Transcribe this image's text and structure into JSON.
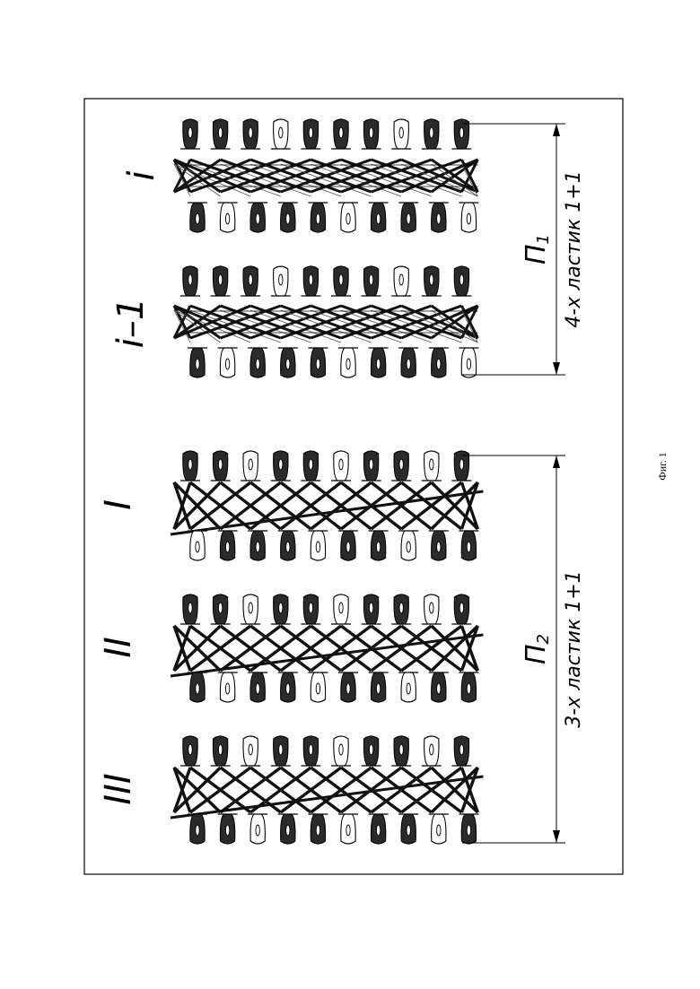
{
  "figure": {
    "caption": "Фиг. 1",
    "groups": [
      {
        "label_sub": "1",
        "label_main": "П",
        "description": "4-х ластик 1+1",
        "rows": [
          {
            "id": "i",
            "label": "i",
            "top_needles": [
              "d",
              "d",
              "d",
              "l",
              "d",
              "d",
              "d",
              "l",
              "d",
              "d"
            ],
            "bottom_needles": [
              "d",
              "l",
              "d",
              "d",
              "d",
              "l",
              "d",
              "d",
              "d",
              "l"
            ],
            "style": "dense"
          },
          {
            "id": "i-1",
            "label": "i–1",
            "top_needles": [
              "d",
              "d",
              "d",
              "l",
              "d",
              "d",
              "d",
              "l",
              "d",
              "d"
            ],
            "bottom_needles": [
              "d",
              "l",
              "d",
              "d",
              "d",
              "l",
              "d",
              "d",
              "d",
              "l"
            ],
            "style": "dense"
          }
        ]
      },
      {
        "label_sub": "2",
        "label_main": "П",
        "description": "3-х ластик 1+1",
        "rows": [
          {
            "id": "I",
            "label": "I",
            "top_needles": [
              "d",
              "d",
              "l",
              "d",
              "d",
              "l",
              "d",
              "d",
              "l",
              "d"
            ],
            "bottom_needles": [
              "l",
              "d",
              "d",
              "d",
              "l",
              "d",
              "d",
              "l",
              "d",
              "d"
            ],
            "style": "open"
          },
          {
            "id": "II",
            "label": "II",
            "top_needles": [
              "d",
              "d",
              "l",
              "d",
              "d",
              "l",
              "d",
              "d",
              "l",
              "d"
            ],
            "bottom_needles": [
              "d",
              "l",
              "d",
              "d",
              "l",
              "d",
              "d",
              "l",
              "d",
              "d"
            ],
            "style": "open"
          },
          {
            "id": "III",
            "label": "III",
            "top_needles": [
              "d",
              "d",
              "l",
              "d",
              "d",
              "l",
              "d",
              "d",
              "l",
              "d"
            ],
            "bottom_needles": [
              "d",
              "d",
              "l",
              "d",
              "d",
              "l",
              "d",
              "d",
              "l",
              "d"
            ],
            "style": "open"
          }
        ]
      }
    ]
  }
}
